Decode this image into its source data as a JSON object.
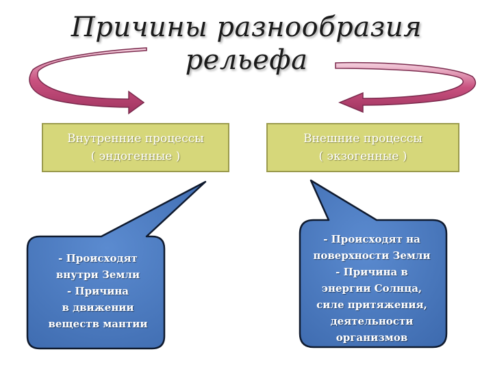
{
  "title": {
    "line1": "Причины  разнообразия",
    "line2": "рельефа"
  },
  "left_box": {
    "line1": "Внутренние процессы",
    "line2": "( эндогенные )"
  },
  "right_box": {
    "line1": "Внешние процессы",
    "line2": "( экзогенные )"
  },
  "left_callout": {
    "lines": [
      "- Происходят",
      "внутри Земли",
      "- Причина",
      "в движении",
      "веществ мантии"
    ]
  },
  "right_callout": {
    "lines": [
      "- Происходят на",
      "поверхности Земли",
      "- Причина в",
      "энергии Солнца,",
      "силе притяжения,",
      "деятельности",
      "организмов"
    ]
  },
  "colors": {
    "process_box_fill": "#d6d77a",
    "callout_fill": "#4f7fc4",
    "arrow_fill": "#b8416e",
    "arrow_light": "#f2c4d6"
  }
}
